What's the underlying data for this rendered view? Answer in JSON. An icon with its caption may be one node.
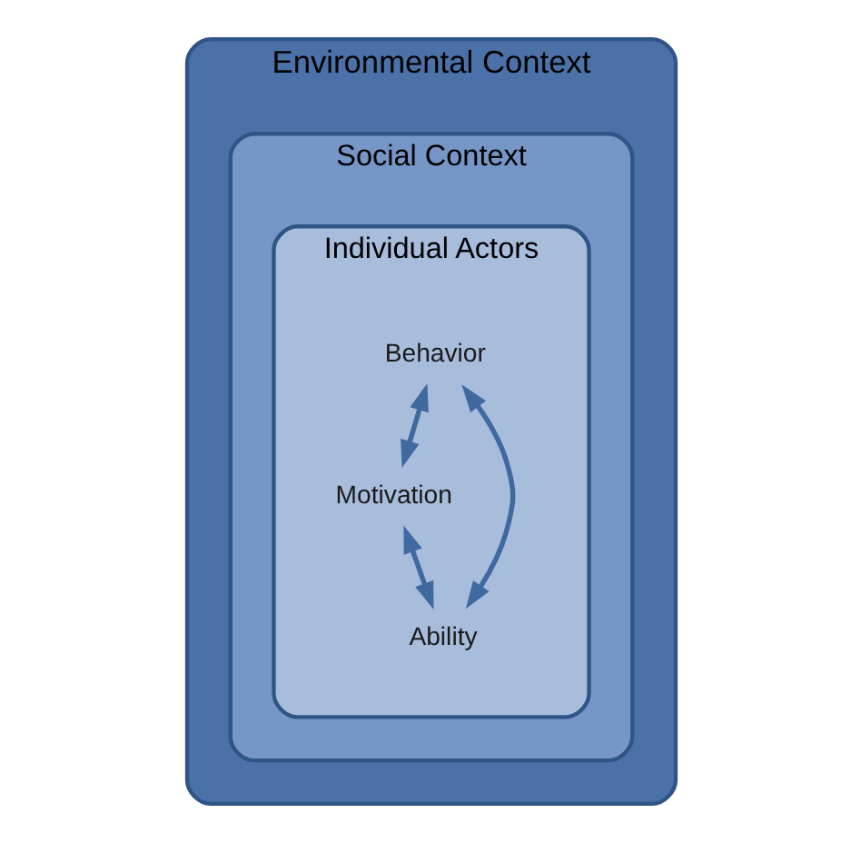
{
  "diagram": {
    "nodes": [
      {
        "text": [
          "Environmental Context"
        ]
      },
      {
        "text": [
          "Social Context"
        ],
        "in": 0
      },
      {
        "text": [
          "Individual Actors"
        ],
        "in": 1
      },
      {
        "text": [
          "Behavior"
        ],
        "in": 2
      },
      {
        "text": [
          "Motivation"
        ],
        "in": 2
      },
      {
        "text": [
          "Ability"
        ],
        "in": 2
      }
    ],
    "edges": [
      {
        "from": 3,
        "to": 4,
        "arrow": "both"
      },
      {
        "from": 3,
        "to": 5,
        "arrow": "both"
      },
      {
        "from": 4,
        "to": 5,
        "arrow": "both"
      }
    ]
  }
}
